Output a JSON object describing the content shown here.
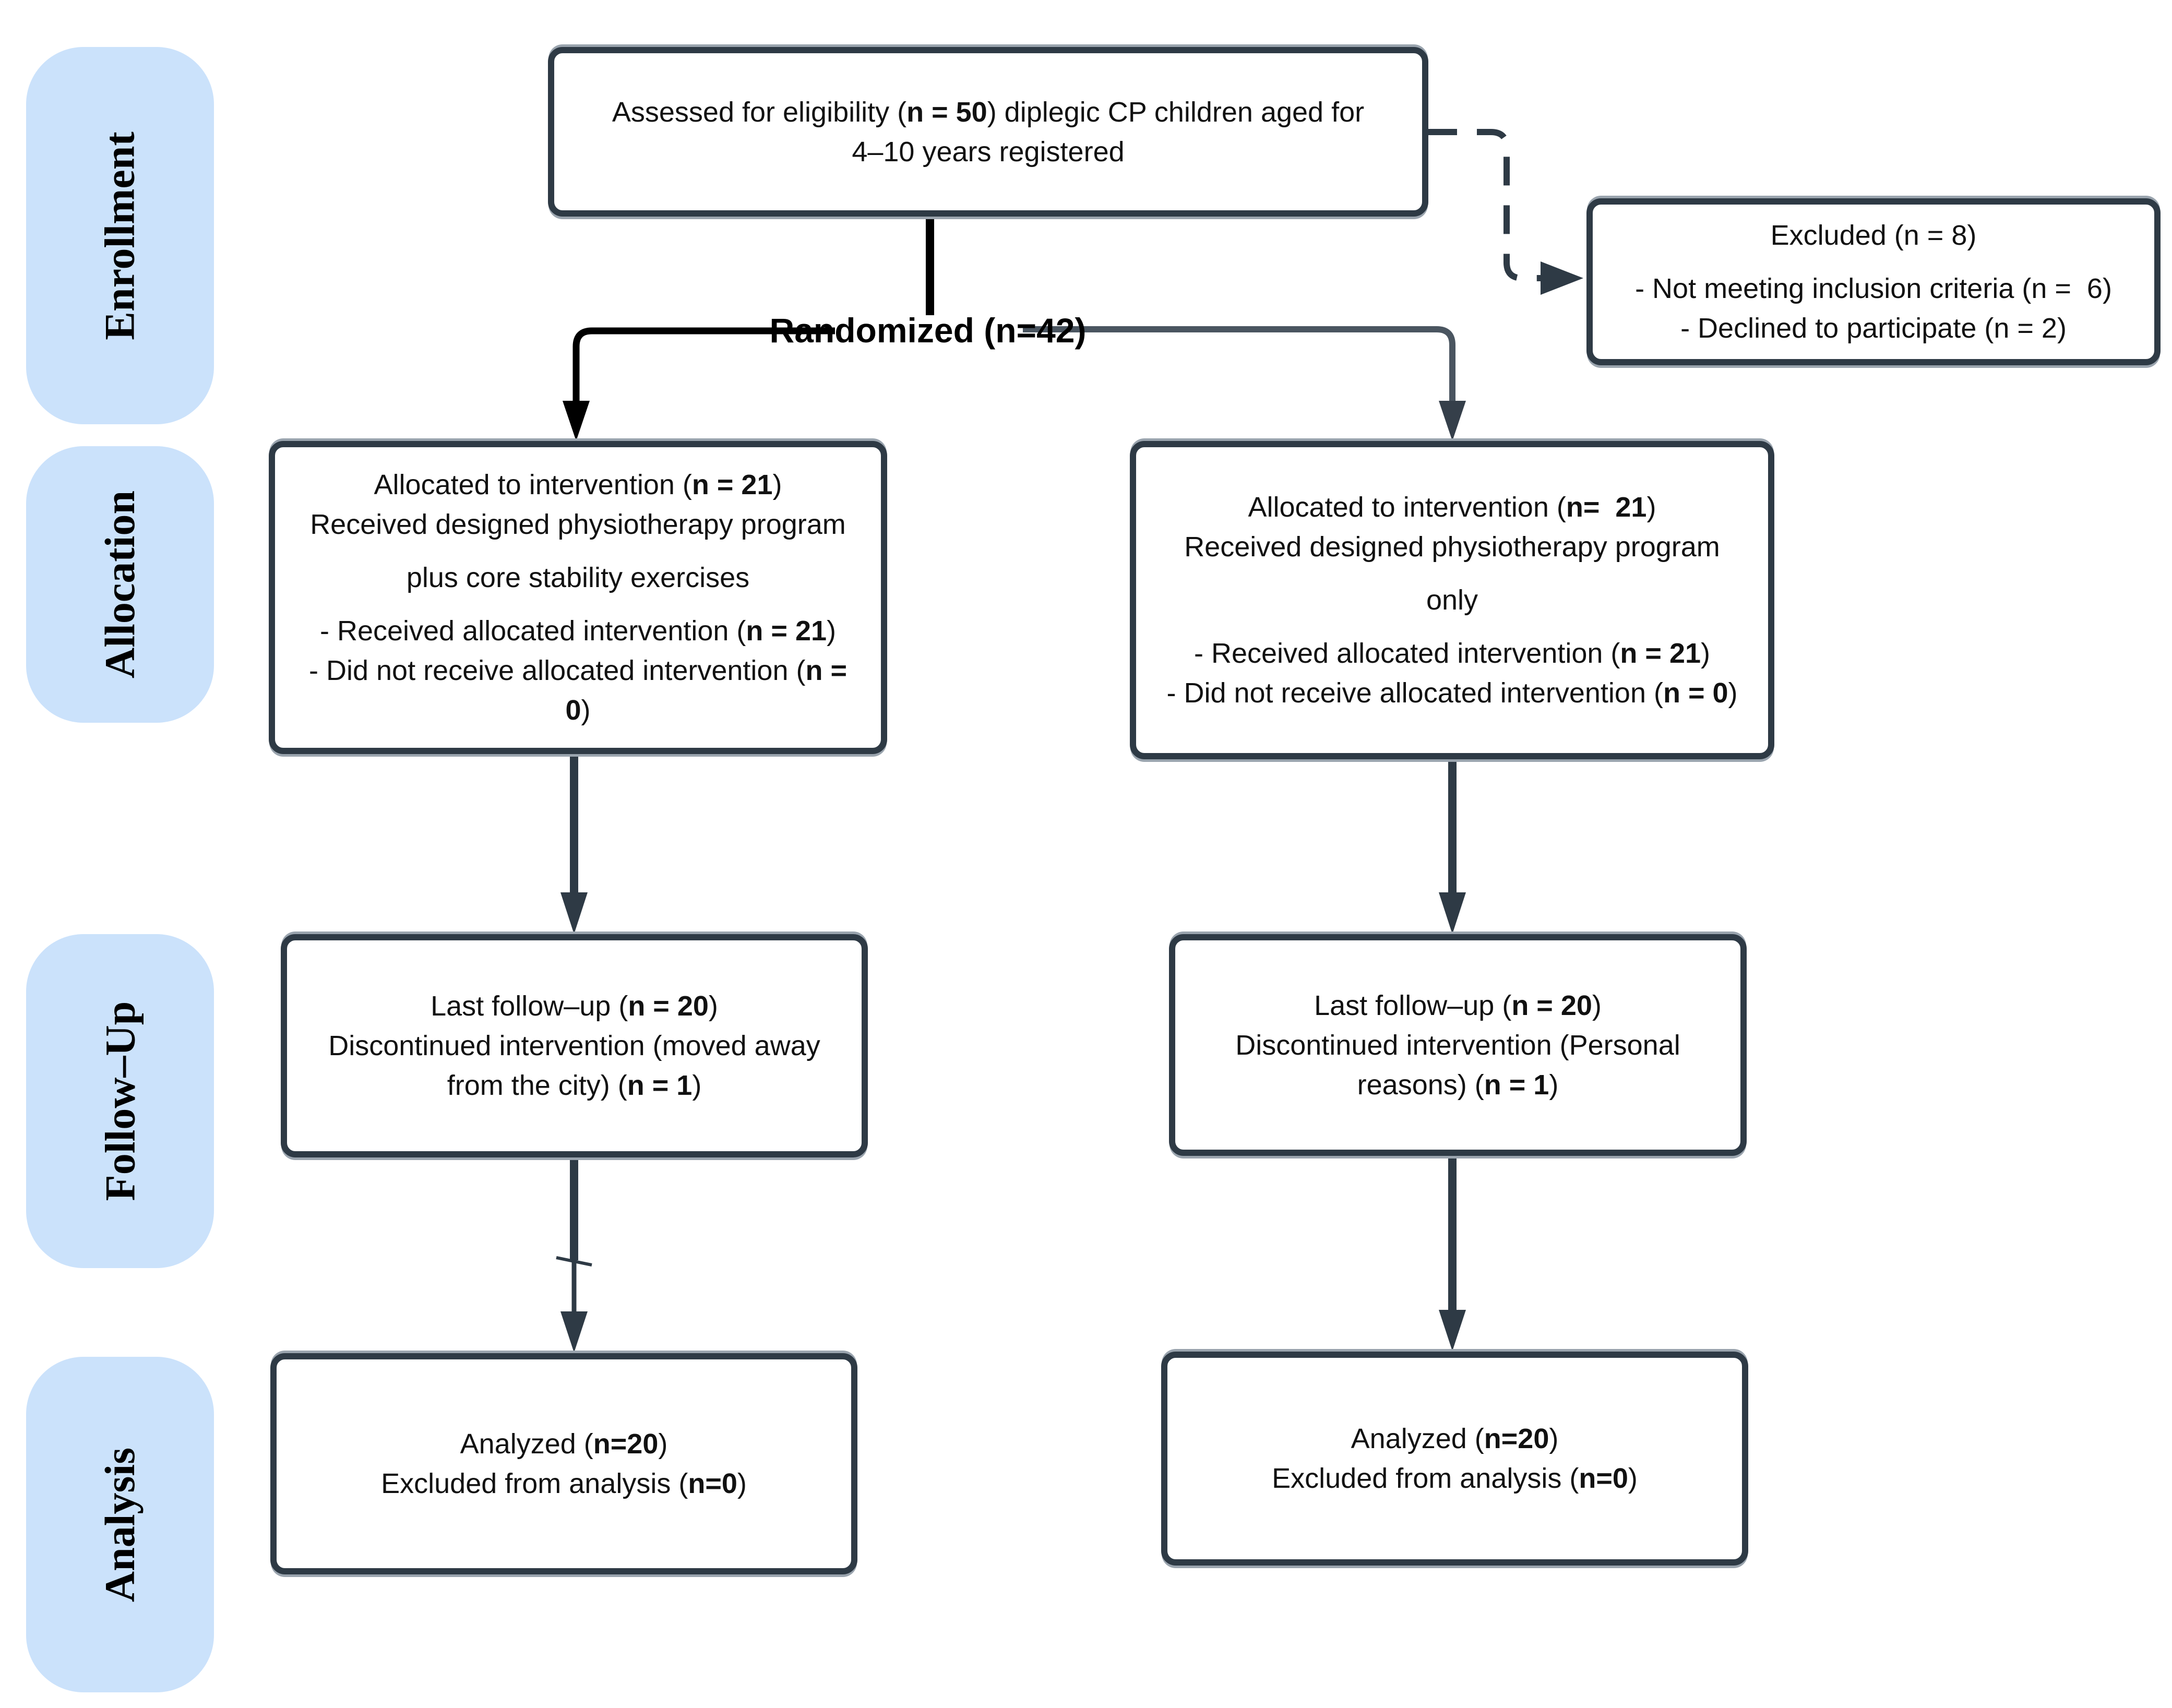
{
  "colors": {
    "ink": "#2e3a45",
    "black": "#000000",
    "line_gray": "#4a5560",
    "pill_blue": "#cbe2fb",
    "edge_gray": "#9aa4ae",
    "text": "#111111",
    "background": "#ffffff"
  },
  "stages": [
    {
      "label": "Enrollment"
    },
    {
      "label": "Allocation"
    },
    {
      "label": "Follow–Up"
    },
    {
      "label": "Analysis"
    }
  ],
  "randomized_label": "Randomized (n=42)",
  "boxes": {
    "assessed": {
      "lines": [
        [
          [
            "Assessed for eligibility (",
            false
          ],
          [
            "n = 50",
            true
          ],
          [
            ") diplegic CP children aged for",
            false
          ]
        ],
        [
          [
            "4–10 years registered",
            false
          ]
        ]
      ]
    },
    "excluded": {
      "lines": [
        [
          [
            "Excluded (n = 8)",
            false
          ]
        ],
        [],
        [
          [
            "- Not meeting inclusion criteria (n =  6)",
            false
          ]
        ],
        [
          [
            "- Declined to participate (n = 2)",
            false
          ]
        ]
      ]
    },
    "allocation_left": {
      "lines": [
        [
          [
            "Allocated to intervention (",
            false
          ],
          [
            "n = 21",
            true
          ],
          [
            ")",
            false
          ]
        ],
        [
          [
            "Received designed physiotherapy program",
            false
          ]
        ],
        [],
        [
          [
            "plus core stability exercises",
            false
          ]
        ],
        [],
        [
          [
            "- Received allocated intervention (",
            false
          ],
          [
            "n = 21",
            true
          ],
          [
            ")",
            false
          ]
        ],
        [
          [
            "- Did not receive allocated intervention (",
            false
          ],
          [
            "n =",
            true
          ]
        ],
        [
          [
            "0",
            true
          ],
          [
            ")",
            false
          ]
        ]
      ]
    },
    "allocation_right": {
      "lines": [
        [
          [
            "Allocated to intervention (",
            false
          ],
          [
            "n=  21",
            true
          ],
          [
            ")",
            false
          ]
        ],
        [
          [
            "Received designed physiotherapy program",
            false
          ]
        ],
        [],
        [
          [
            "only",
            false
          ]
        ],
        [],
        [
          [
            "- Received allocated intervention (",
            false
          ],
          [
            "n = 21",
            true
          ],
          [
            ")",
            false
          ]
        ],
        [
          [
            "- Did not receive allocated intervention (",
            false
          ],
          [
            "n = 0",
            true
          ],
          [
            ")",
            false
          ]
        ]
      ]
    },
    "followup_left": {
      "lines": [
        [
          [
            "Last follow–up (",
            false
          ],
          [
            "n = 20",
            true
          ],
          [
            ")",
            false
          ]
        ],
        [
          [
            "Discontinued intervention (moved away",
            false
          ]
        ],
        [
          [
            "from the city) (",
            false
          ],
          [
            "n = 1",
            true
          ],
          [
            ")",
            false
          ]
        ]
      ]
    },
    "followup_right": {
      "lines": [
        [
          [
            "Last follow–up (",
            false
          ],
          [
            "n = 20",
            true
          ],
          [
            ")",
            false
          ]
        ],
        [
          [
            "Discontinued intervention (Personal",
            false
          ]
        ],
        [
          [
            "reasons) (",
            false
          ],
          [
            "n = 1",
            true
          ],
          [
            ")",
            false
          ]
        ]
      ]
    },
    "analysis_left": {
      "lines": [
        [
          [
            "Analyzed (",
            false
          ],
          [
            "n=20",
            true
          ],
          [
            ")",
            false
          ]
        ],
        [
          [
            "Excluded from analysis (",
            false
          ],
          [
            "n=0",
            true
          ],
          [
            ")",
            false
          ]
        ]
      ]
    },
    "analysis_right": {
      "lines": [
        [
          [
            "Analyzed (",
            false
          ],
          [
            "n=20",
            true
          ],
          [
            ")",
            false
          ]
        ],
        [
          [
            "Excluded from analysis (",
            false
          ],
          [
            "n=0",
            true
          ],
          [
            ")",
            false
          ]
        ]
      ]
    }
  }
}
